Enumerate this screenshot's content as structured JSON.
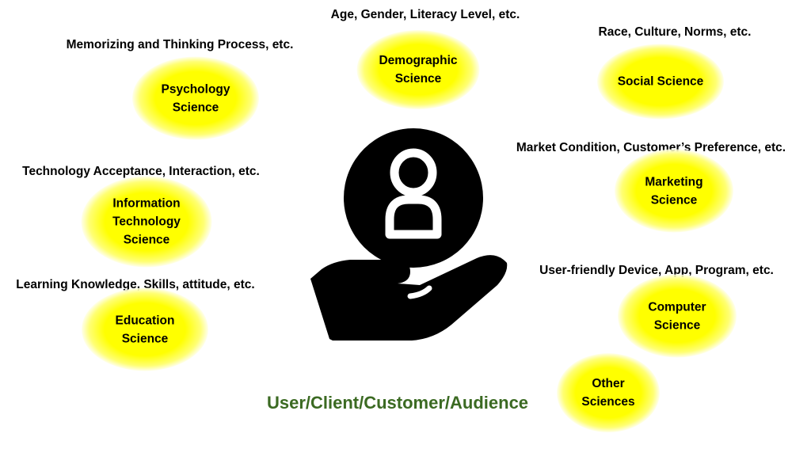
{
  "colors": {
    "blob_core": "#ffff00",
    "blob_edge": "#ffffff",
    "title_color": "#3b6a22",
    "icon_color": "#000000"
  },
  "center": {
    "icon": "user-in-hand-icon",
    "title": "User/Client/Customer/Audience"
  },
  "sciences": [
    {
      "id": "demographic",
      "label": "Demographic\nScience",
      "caption": "Age, Gender, Literacy Level, etc."
    },
    {
      "id": "psychology",
      "label": "Psychology\nScience",
      "caption": "Memorizing and Thinking Process, etc."
    },
    {
      "id": "social",
      "label": "Social Science",
      "caption": "Race, Culture, Norms, etc."
    },
    {
      "id": "marketing",
      "label": "Marketing\nScience",
      "caption": "Market Condition, Customer’s Preference, etc."
    },
    {
      "id": "it",
      "label": "Information\nTechnology\nScience",
      "caption": "Technology Acceptance, Interaction, etc."
    },
    {
      "id": "education",
      "label": "Education\nScience",
      "caption": "Learning Knowledge, Skills, attitude, etc."
    },
    {
      "id": "computer",
      "label": "Computer\nScience",
      "caption": "User-friendly Device, App, Program, etc."
    },
    {
      "id": "other",
      "label": "Other\nSciences",
      "caption": ""
    }
  ]
}
